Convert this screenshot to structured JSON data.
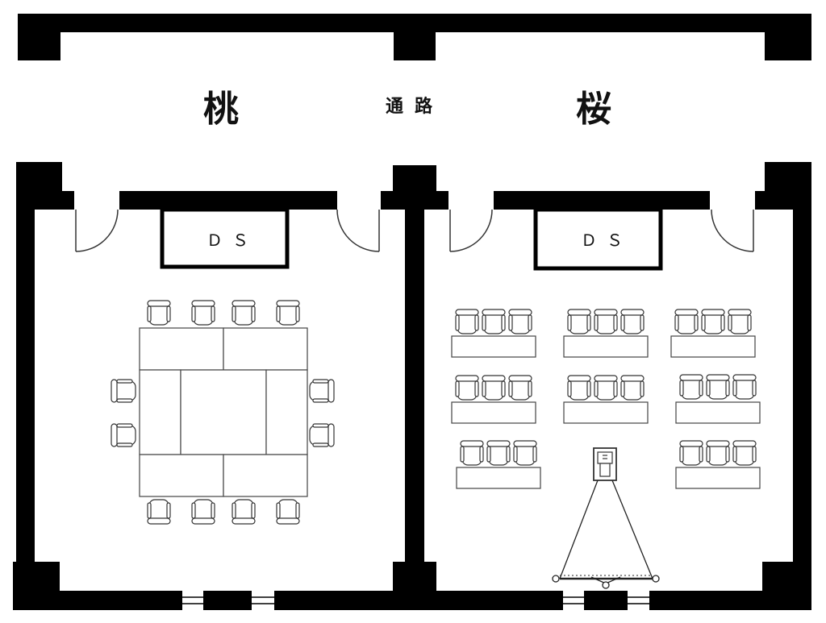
{
  "rooms": [
    {
      "name": "桃",
      "storage": "ＤＳ",
      "layout": "boardroom"
    },
    {
      "name": "桜",
      "storage": "ＤＳ",
      "layout": "classroom"
    }
  ],
  "corridor": {
    "label": "通路"
  },
  "colors": {
    "wall": "#000000",
    "furniture_line": "#333333",
    "background": "#ffffff"
  }
}
